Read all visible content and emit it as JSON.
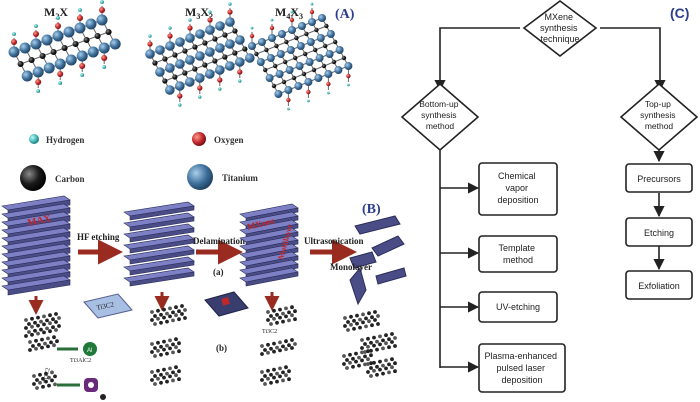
{
  "panel_a": {
    "tag": "(A)",
    "structures": [
      {
        "base": "M",
        "sub1": "2",
        "mid": "X",
        "sub2": ""
      },
      {
        "base": "M",
        "sub1": "3",
        "mid": "X",
        "sub2": "2"
      },
      {
        "base": "M",
        "sub1": "4",
        "mid": "X",
        "sub2": "3"
      }
    ],
    "legend": [
      {
        "label": "Hydrogen",
        "color": "#3fb8b8"
      },
      {
        "label": "Oxygen",
        "color": "#c0262a"
      },
      {
        "label": "Carbon",
        "color": "#1a1a1a"
      },
      {
        "label": "Titanium",
        "color": "#3c6e9a"
      }
    ]
  },
  "panel_b": {
    "tag": "(B)",
    "max_label": "MAX",
    "hf_label": "HF etching",
    "delam_label": "Delamination",
    "ultra_label": "Ultrasonication",
    "mxene_label": "MXene",
    "multilayer_label": "Multilayer",
    "monolayer_label": "Monolayer",
    "ti3c2_label": "Ti3C2",
    "a_label": "(a)",
    "b_label": "(b)",
    "ti3alc2_label": "Ti3AlC2",
    "ti3c2_low_label": "Ti3C2"
  },
  "panel_c": {
    "tag": "(C)",
    "root": [
      "MXene",
      "synthesis",
      "technique"
    ],
    "bottom_up": [
      "Bottom-up",
      "synthesis",
      "method"
    ],
    "top_up": [
      "Top-up",
      "synthesis",
      "method"
    ],
    "bottom_items": [
      [
        "Chemical",
        "vapor",
        "deposition"
      ],
      [
        "Template",
        "method"
      ],
      [
        "UV-etching"
      ],
      [
        "Plasma-enhanced",
        "pulsed laser",
        "deposition"
      ]
    ],
    "top_items": [
      [
        "Precursors"
      ],
      [
        "Etching"
      ],
      [
        "Exfoliation"
      ]
    ]
  },
  "colors": {
    "hydrogen": "#3fb8b8",
    "oxygen": "#c0262a",
    "carbon": "#1a1a1a",
    "titanium": "#3c6e9a",
    "arrow_red": "#9a2b20",
    "slab_top": "#7d80c4",
    "slab_side": "#4a4c86",
    "label_red": "#c0262a",
    "tag_blue": "#2c3e8c"
  }
}
